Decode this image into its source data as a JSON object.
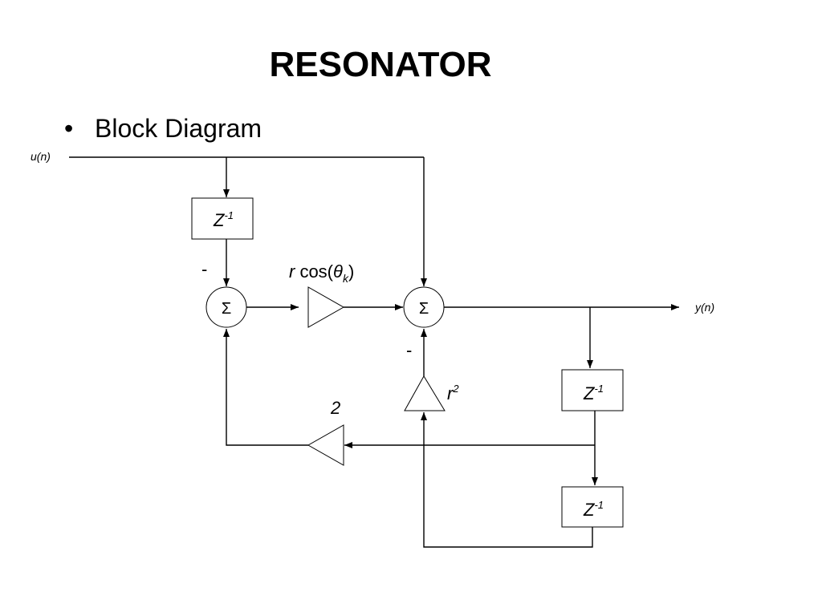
{
  "slide": {
    "title": "RESONATOR",
    "bullet_marker": "•",
    "bullet_text": "Block Diagram"
  },
  "diagram": {
    "input_label": "u(n)",
    "output_label": "y(n)",
    "delay_base": "Z",
    "delay_exp": "-1",
    "sum_symbol": "Σ",
    "minus_sign": "-",
    "gain_cos": {
      "prefix": "r",
      "func": " cos(",
      "theta": "θ",
      "sub": "k",
      "close": ")"
    },
    "gain_r2": {
      "base": "r",
      "exp": "2"
    },
    "gain_two": "2"
  }
}
